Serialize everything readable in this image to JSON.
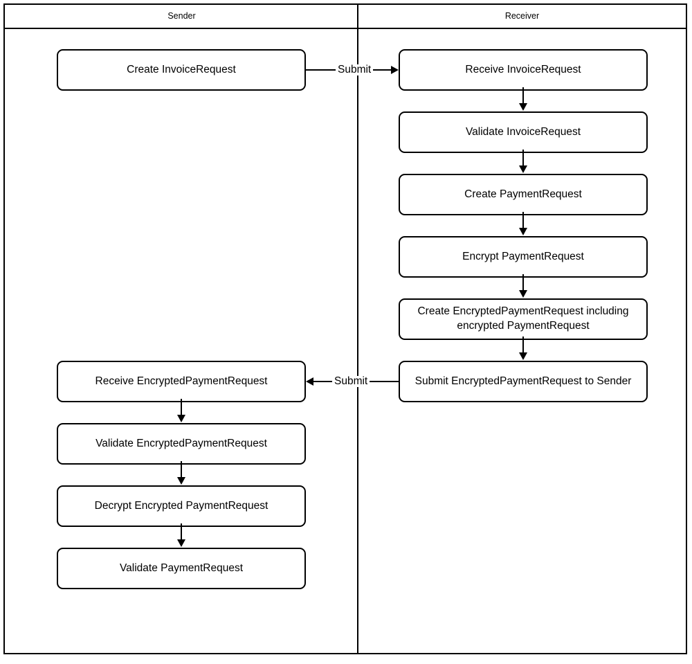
{
  "diagram": {
    "type": "swimlane-flowchart",
    "lanes": [
      {
        "id": "sender",
        "label": "Sender"
      },
      {
        "id": "receiver",
        "label": "Receiver"
      }
    ],
    "nodes": [
      {
        "id": "n1",
        "lane": "sender",
        "label": "Create InvoiceRequest"
      },
      {
        "id": "n2",
        "lane": "receiver",
        "label": "Receive InvoiceRequest"
      },
      {
        "id": "n3",
        "lane": "receiver",
        "label": "Validate InvoiceRequest"
      },
      {
        "id": "n4",
        "lane": "receiver",
        "label": "Create PaymentRequest"
      },
      {
        "id": "n5",
        "lane": "receiver",
        "label": "Encrypt PaymentRequest"
      },
      {
        "id": "n6",
        "lane": "receiver",
        "label": "Create EncryptedPaymentRequest including encrypted PaymentRequest"
      },
      {
        "id": "n7",
        "lane": "receiver",
        "label": "Submit EncryptedPaymentRequest to Sender"
      },
      {
        "id": "n8",
        "lane": "sender",
        "label": "Receive EncryptedPaymentRequest"
      },
      {
        "id": "n9",
        "lane": "sender",
        "label": "Validate EncryptedPaymentRequest"
      },
      {
        "id": "n10",
        "lane": "sender",
        "label": "Decrypt Encrypted PaymentRequest"
      },
      {
        "id": "n11",
        "lane": "sender",
        "label": "Validate PaymentRequest"
      }
    ],
    "edges": [
      {
        "from": "n1",
        "to": "n2",
        "label": "Submit",
        "direction": "right"
      },
      {
        "from": "n2",
        "to": "n3",
        "label": "",
        "direction": "down"
      },
      {
        "from": "n3",
        "to": "n4",
        "label": "",
        "direction": "down"
      },
      {
        "from": "n4",
        "to": "n5",
        "label": "",
        "direction": "down"
      },
      {
        "from": "n5",
        "to": "n6",
        "label": "",
        "direction": "down"
      },
      {
        "from": "n6",
        "to": "n7",
        "label": "",
        "direction": "down"
      },
      {
        "from": "n7",
        "to": "n8",
        "label": "Submit",
        "direction": "left"
      },
      {
        "from": "n8",
        "to": "n9",
        "label": "",
        "direction": "down"
      },
      {
        "from": "n9",
        "to": "n10",
        "label": "",
        "direction": "down"
      },
      {
        "from": "n10",
        "to": "n11",
        "label": "",
        "direction": "down"
      }
    ],
    "colors": {
      "stroke": "#000000",
      "fill": "#ffffff",
      "text": "#000000"
    }
  }
}
